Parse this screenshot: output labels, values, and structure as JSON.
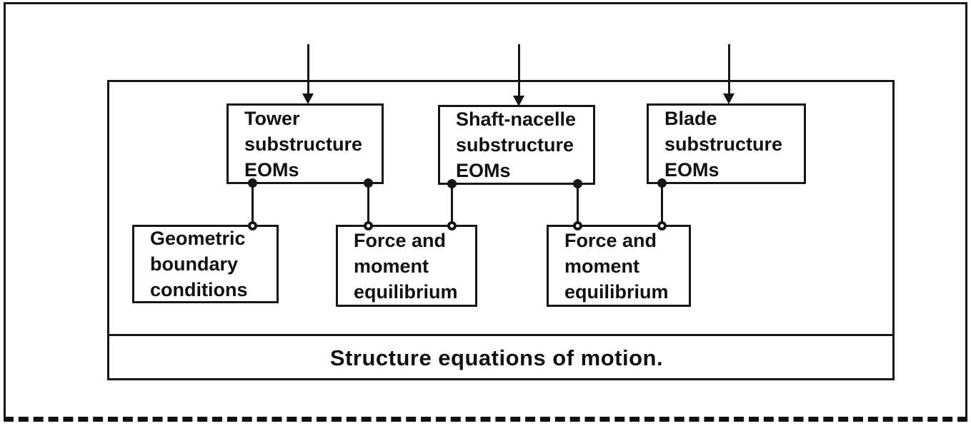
{
  "diagram": {
    "caption": "Structure equations of motion.",
    "boxes": {
      "tower": {
        "label": "Tower\nsubstructure\nEOMs"
      },
      "shaft_nacelle": {
        "label": "Shaft-nacelle\nsubstructure\nEOMs"
      },
      "blade": {
        "label": "Blade\nsubstructure\nEOMs"
      },
      "geometric": {
        "label": "Geometric\nboundary\nconditions"
      },
      "force_left": {
        "label": "Force and\nmoment\nequilibrium"
      },
      "force_right": {
        "label": "Force and\nmoment\nequilibrium"
      }
    },
    "colors": {
      "ink": "#161616",
      "background": "#ffffff"
    }
  }
}
